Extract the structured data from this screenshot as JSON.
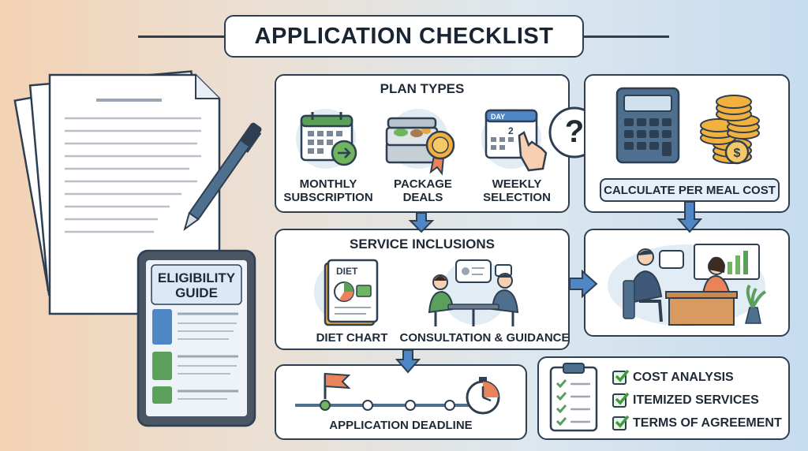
{
  "title": "APPLICATION CHECKLIST",
  "eligibility_guide": {
    "label": "ELIGIBILITY\nGUIDE"
  },
  "plan_types": {
    "heading": "PLAN TYPES",
    "items": [
      {
        "label": "MONTHLY\nSUBSCRIPTION",
        "icon": "calendar-arrow-icon"
      },
      {
        "label": "PACKAGE\nDEALS",
        "icon": "meal-box-badge-icon"
      },
      {
        "label": "WEEKLY\nSELECTION",
        "icon": "calendar-hand-icon",
        "calendar_text": "DAY",
        "calendar_number": "2"
      }
    ]
  },
  "cost": {
    "label": "CALCULATE PER MEAL COST",
    "question_mark": "?"
  },
  "service_inclusions": {
    "heading": "SERVICE INCLUSIONS",
    "items": [
      {
        "label": "DIET CHART",
        "book_text": "DIET"
      },
      {
        "label": "CONSULTATION & GUIDANCE"
      }
    ]
  },
  "deadline": {
    "label": "APPLICATION DEADLINE"
  },
  "checklist": {
    "items": [
      "COST ANALYSIS",
      "ITEMIZED SERVICES",
      "TERMS OF AGREEMENT"
    ]
  },
  "colors": {
    "outline": "#2e3f52",
    "green": "#5aa05a",
    "blue": "#4f86c6",
    "orange": "#e8835a",
    "gold": "#e3a93a"
  }
}
